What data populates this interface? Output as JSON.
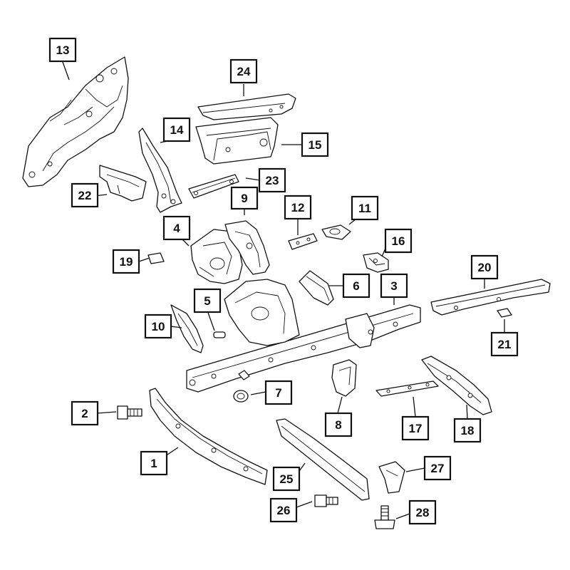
{
  "diagram": {
    "line_color": "#111111",
    "background": "#ffffff",
    "callouts": [
      "1",
      "2",
      "3",
      "4",
      "5",
      "6",
      "7",
      "8",
      "9",
      "10",
      "11",
      "12",
      "13",
      "14",
      "15",
      "16",
      "17",
      "18",
      "19",
      "20",
      "21",
      "22",
      "23",
      "24",
      "25",
      "26",
      "27",
      "28"
    ]
  }
}
